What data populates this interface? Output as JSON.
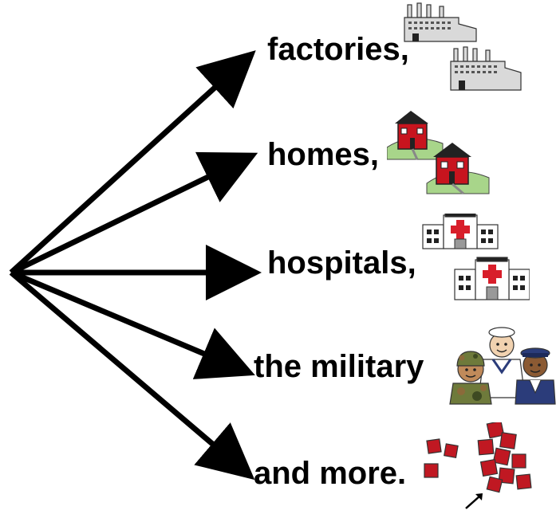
{
  "items": [
    {
      "label": "factories,",
      "icon": "factory-icon"
    },
    {
      "label": "homes,",
      "icon": "house-icon"
    },
    {
      "label": "hospitals,",
      "icon": "hospital-icon"
    },
    {
      "label": "the military",
      "icon": "military-people-icon"
    },
    {
      "label": "and more.",
      "icon": "more-squares-icon"
    }
  ],
  "colors": {
    "arrow": "#000000",
    "house_red": "#c8141e",
    "hospital_cross": "#d81e2a",
    "square_red": "#c01822",
    "grass": "#a8d58a",
    "building_gray": "#d9d9d9"
  }
}
